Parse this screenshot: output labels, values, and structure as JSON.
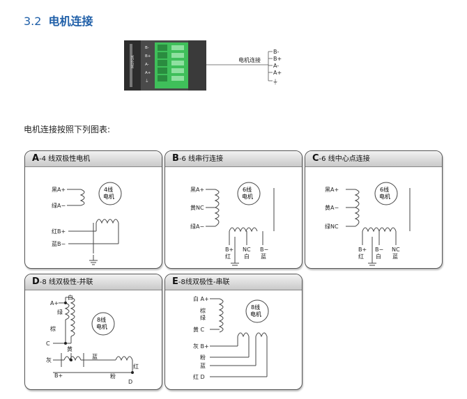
{
  "section": {
    "number": "3.2",
    "title": "电机连接"
  },
  "driver_photo": {
    "terminal_labels": [
      "B-",
      "B+",
      "A-",
      "A+",
      "⏚"
    ],
    "side_label": "MOTOR",
    "connection_label": "电机连接",
    "wire_labels": [
      "B-",
      "B+",
      "A-",
      "A+",
      "⏚"
    ]
  },
  "intro_text": "电机连接按照下列图表:",
  "panels": {
    "a": {
      "letter": "A",
      "title": "-4 线双极性电机",
      "motor_label_1": "4线",
      "motor_label_2": "电机",
      "labels": [
        "黑A+",
        "绿A−",
        "红B+",
        "蓝B−"
      ]
    },
    "b": {
      "letter": "B",
      "title": "-6 线串行连接",
      "motor_label_1": "6线",
      "motor_label_2": "电机",
      "labels": [
        "黑A+",
        "黄NC",
        "绿A−",
        "B+",
        "红",
        "NC",
        "白",
        "B−",
        "蓝"
      ]
    },
    "c": {
      "letter": "C",
      "title": "-6 线中心点连接",
      "motor_label_1": "6线",
      "motor_label_2": "电机",
      "labels": [
        "黑A+",
        "黄A−",
        "绿NC",
        "B+",
        "红",
        "B−",
        "白",
        "NC",
        "蓝"
      ]
    },
    "d": {
      "letter": "D",
      "title": "-8 线双极性-并联",
      "motor_label_1": "8线",
      "motor_label_2": "电机",
      "labels": [
        "A+",
        "白",
        "绿",
        "棕",
        "C",
        "黄",
        "灰",
        "B+",
        "蓝",
        "红",
        "粉",
        "D"
      ]
    },
    "e": {
      "letter": "E",
      "title": "-8线双极性-串联",
      "motor_label_1": "8线",
      "motor_label_2": "电机",
      "labels": [
        "白 A+",
        "棕",
        "绿",
        "黄 C",
        "灰 B+",
        "粉",
        "蓝",
        "红 D"
      ]
    }
  }
}
